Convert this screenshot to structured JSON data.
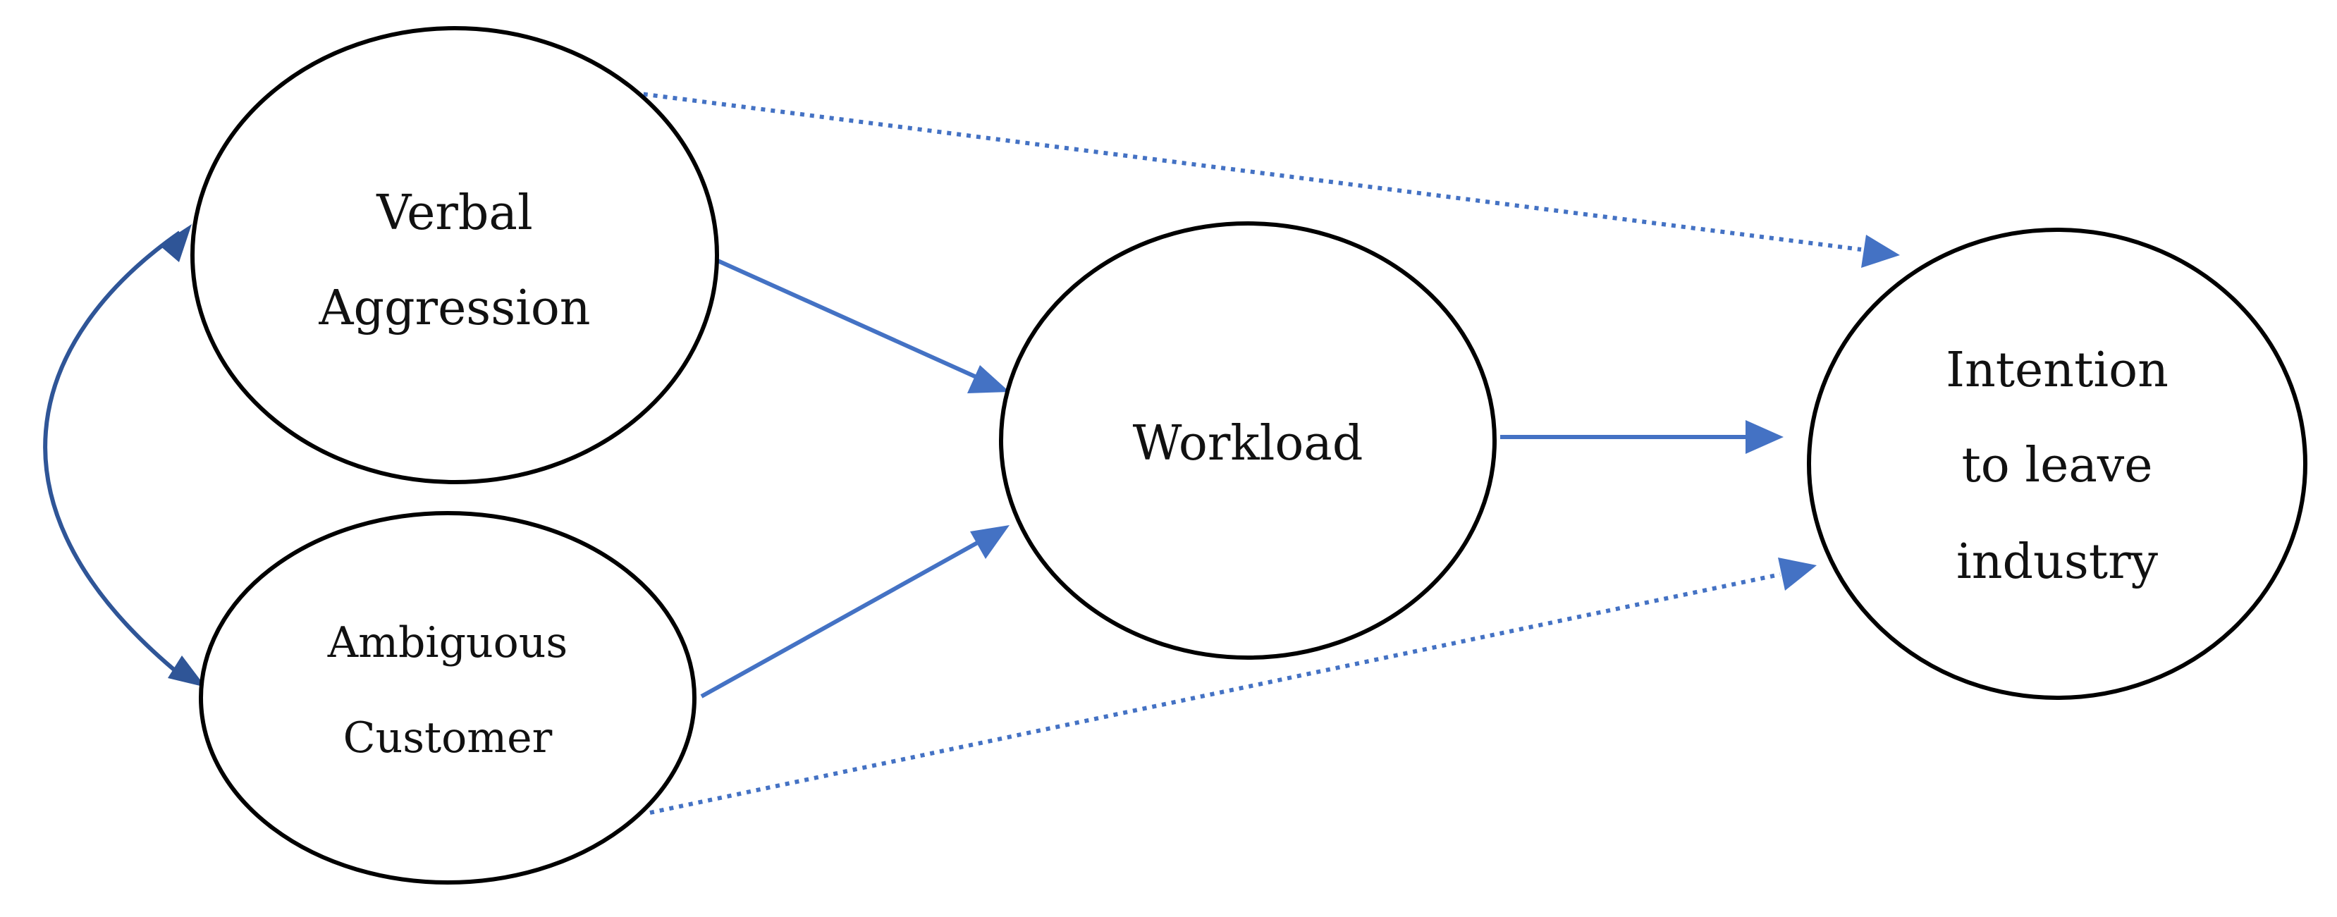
{
  "colors": {
    "edge": "#4472c4",
    "correlation": "#2f5597",
    "outline": "#000000",
    "text": "#111111"
  },
  "nodes": {
    "verbal_aggression": {
      "line1": "Verbal",
      "line2": "Aggression"
    },
    "ambiguous_customer": {
      "line1": "Ambiguous",
      "line2": "Customer"
    },
    "workload": {
      "line1": "Workload"
    },
    "intention_to_leave": {
      "line1": "Intention",
      "line2": "to leave",
      "line3": "industry"
    }
  },
  "edges": [
    {
      "from": "verbal_aggression",
      "to": "workload",
      "style": "solid"
    },
    {
      "from": "ambiguous_customer",
      "to": "workload",
      "style": "solid"
    },
    {
      "from": "workload",
      "to": "intention_to_leave",
      "style": "solid"
    },
    {
      "from": "verbal_aggression",
      "to": "intention_to_leave",
      "style": "dotted"
    },
    {
      "from": "ambiguous_customer",
      "to": "intention_to_leave",
      "style": "dotted"
    },
    {
      "from": "verbal_aggression",
      "to": "ambiguous_customer",
      "style": "curved-double-headed"
    }
  ]
}
